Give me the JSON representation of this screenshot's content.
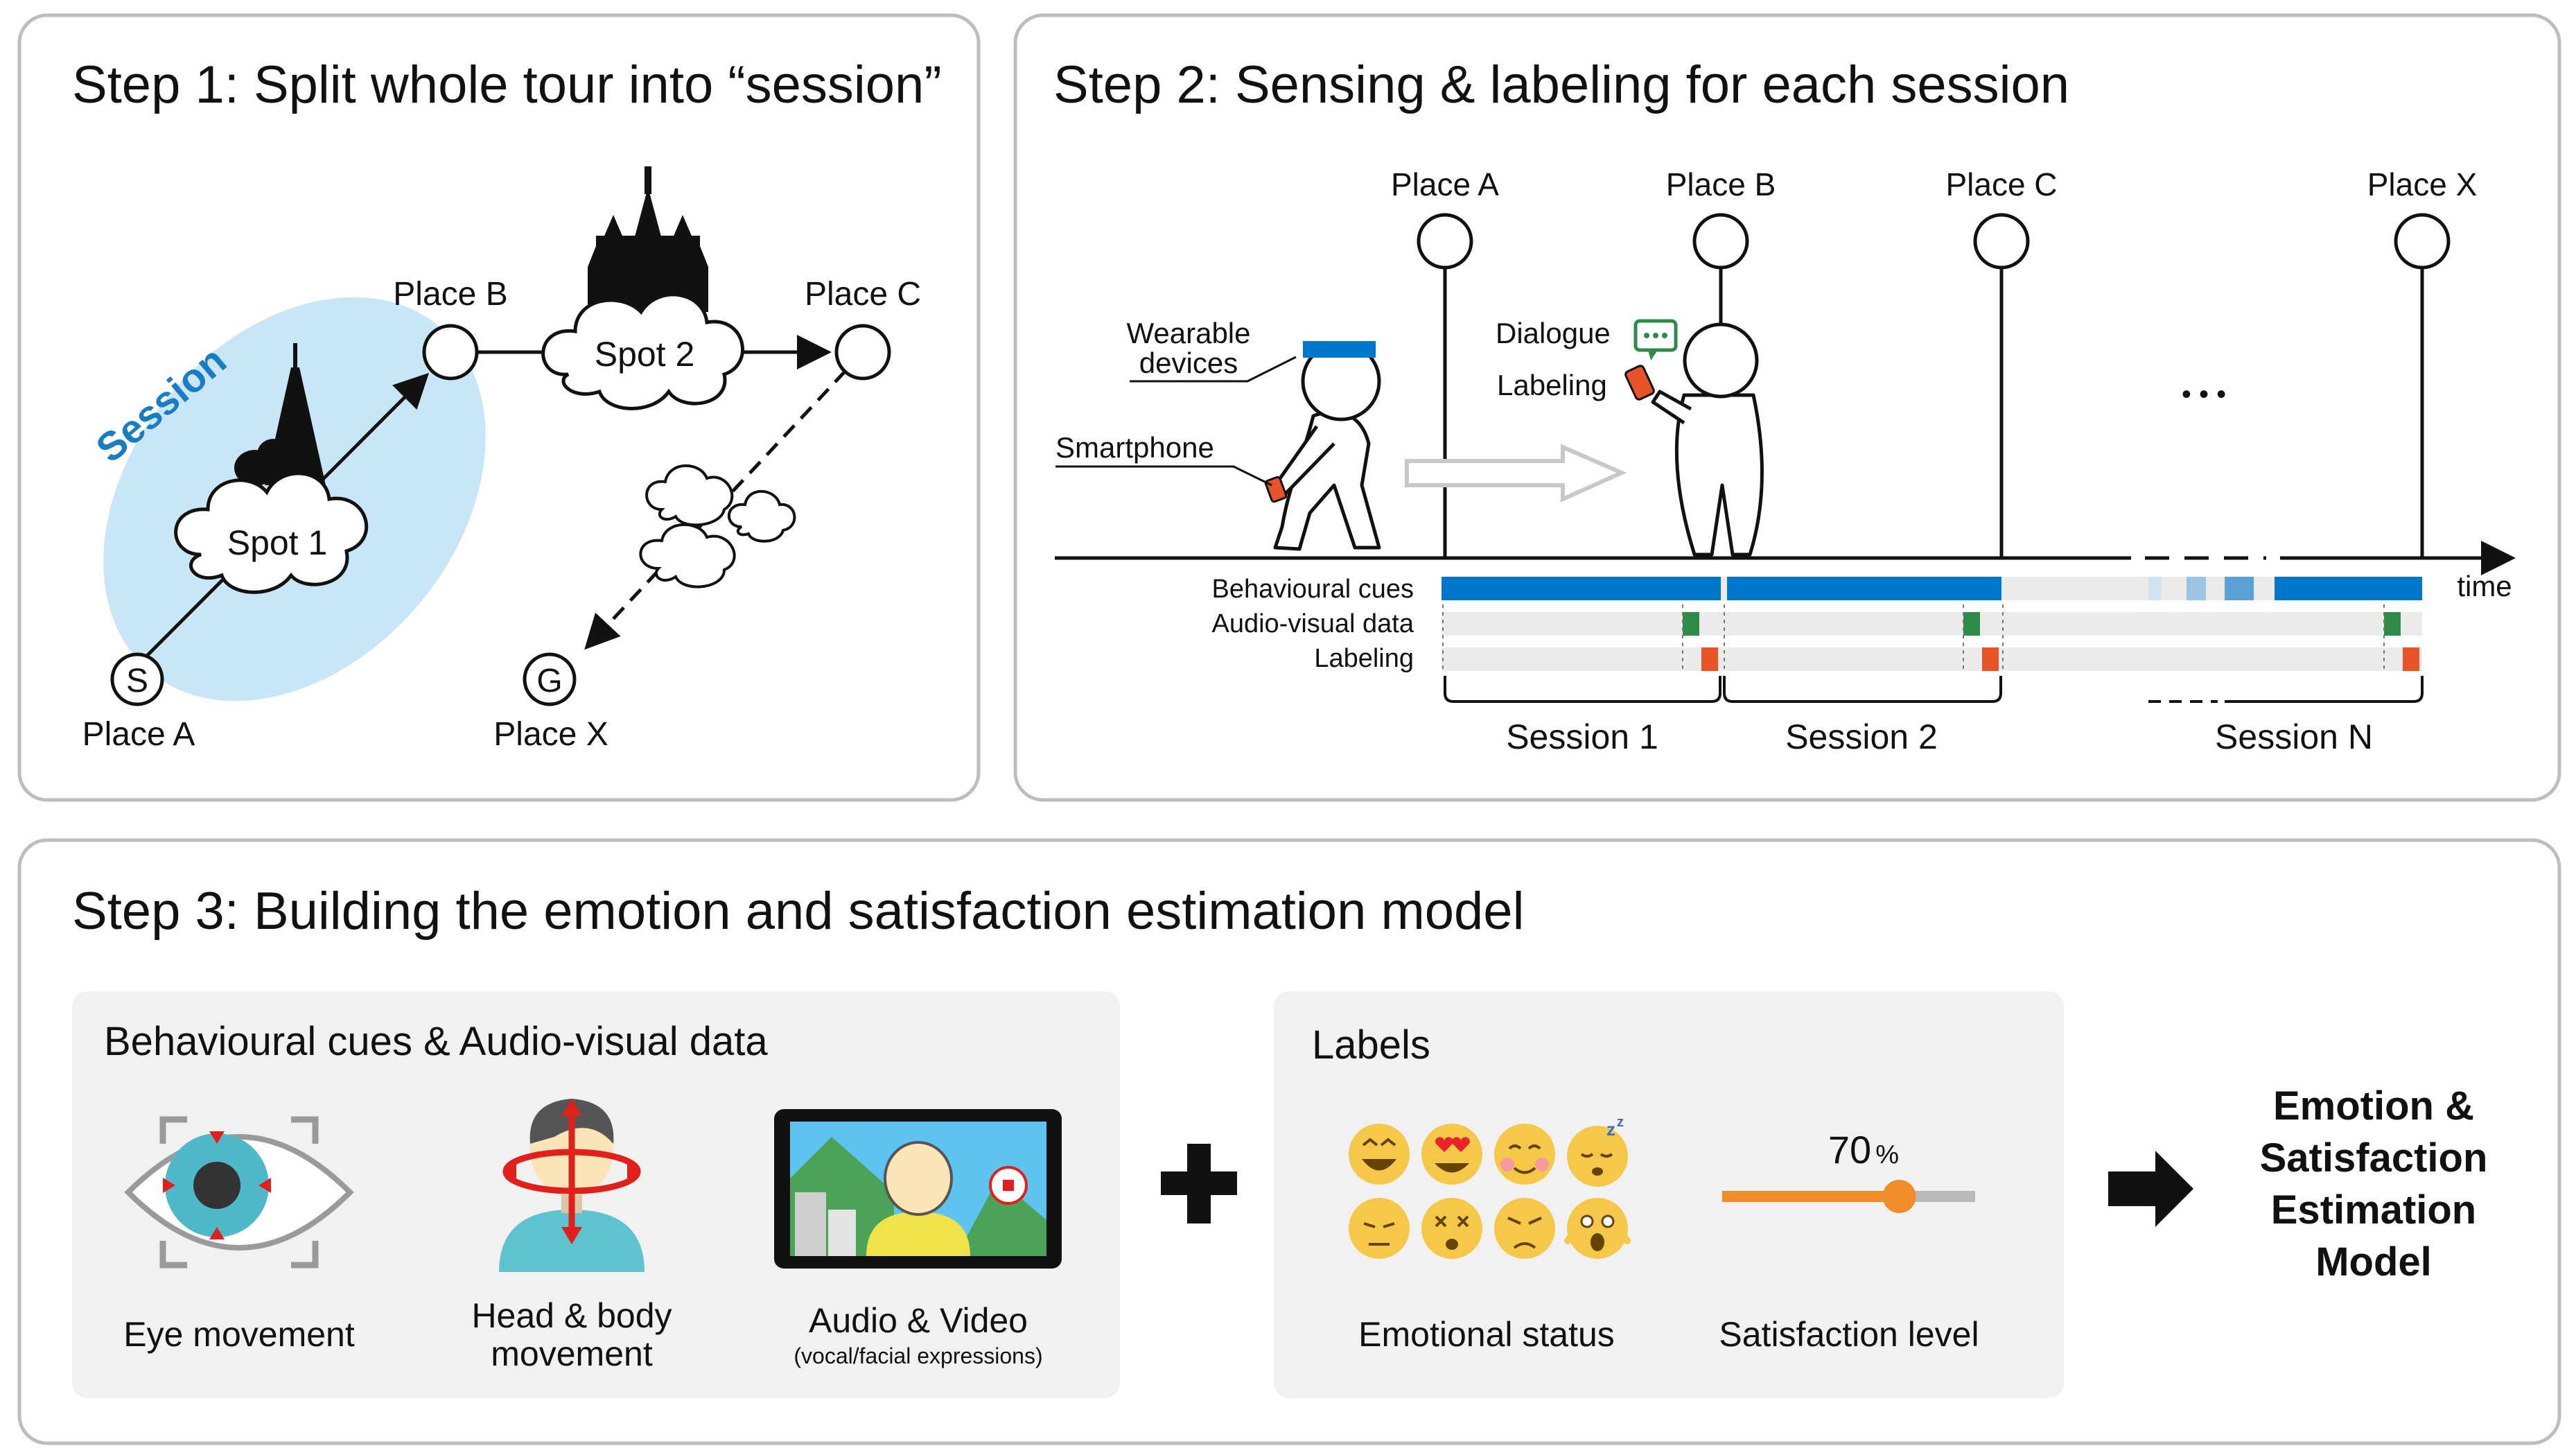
{
  "step1": {
    "title": "Step 1:  Split whole tour into “session”",
    "session_label": "Session",
    "places": {
      "a": "Place A",
      "b": "Place B",
      "c": "Place C",
      "x": "Place X"
    },
    "start_marker": "S",
    "goal_marker": "G",
    "spots": {
      "spot1": "Spot 1",
      "spot2": "Spot 2"
    }
  },
  "step2": {
    "title": "Step 2:  Sensing & labeling for each session",
    "places": {
      "a": "Place A",
      "b": "Place B",
      "c": "Place C",
      "x": "Place X"
    },
    "callouts": {
      "wearable_1": "Wearable",
      "wearable_2": "devices",
      "smartphone": "Smartphone",
      "dialogue": "Dialogue",
      "labeling": "Labeling"
    },
    "ellipsis": "•   •   •",
    "axis_label": "time",
    "rows": [
      "Behavioural cues",
      "Audio-visual data",
      "Labeling"
    ],
    "sessions": [
      "Session 1",
      "Session 2",
      "Session N"
    ]
  },
  "step3": {
    "title": "Step 3:  Building the emotion and satisfaction estimation model",
    "inputs_title": "Behavioural cues & Audio-visual data",
    "eye": "Eye movement",
    "head_1": "Head & body",
    "head_2": "movement",
    "av": "Audio & Video",
    "av_sub": "(vocal/facial expressions)",
    "labels_title": "Labels",
    "emotional": "Emotional status",
    "satisfaction": "Satisfaction level",
    "satisfaction_value": 70,
    "satisfaction_unit": "%",
    "plus": "+",
    "output_lines": [
      "Emotion &",
      "Satisfaction",
      "Estimation",
      "Model"
    ]
  },
  "colors": {
    "blue": "#0077c8",
    "session_fill": "#c8e6f7",
    "green": "#2e8b4a",
    "orange_red": "#e8542a",
    "slider_orange": "#f28c28",
    "panel_grey": "#f1f1f1"
  }
}
